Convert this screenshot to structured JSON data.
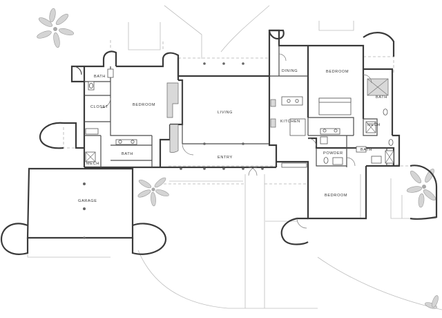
{
  "rooms": {
    "bath_nw": "BATH",
    "closet": "CLOSET",
    "bedroom_w": "BEDROOM",
    "bath_w": "BATH",
    "mech_w": "MECH",
    "garage": "GARAGE",
    "living": "LIVING",
    "entry": "ENTRY",
    "dining": "DINING",
    "kitchen": "KITCHEN",
    "bedroom_ne": "BEDROOM",
    "bath_ne": "BATH",
    "mech_e": "MECH",
    "powder": "POWDER",
    "bath_e": "BATH",
    "bedroom_se": "BEDROOM"
  },
  "colors": {
    "wall": "#3a3a3a",
    "site_line": "#bdbdbd",
    "vegetation": "#d4d4d4"
  }
}
